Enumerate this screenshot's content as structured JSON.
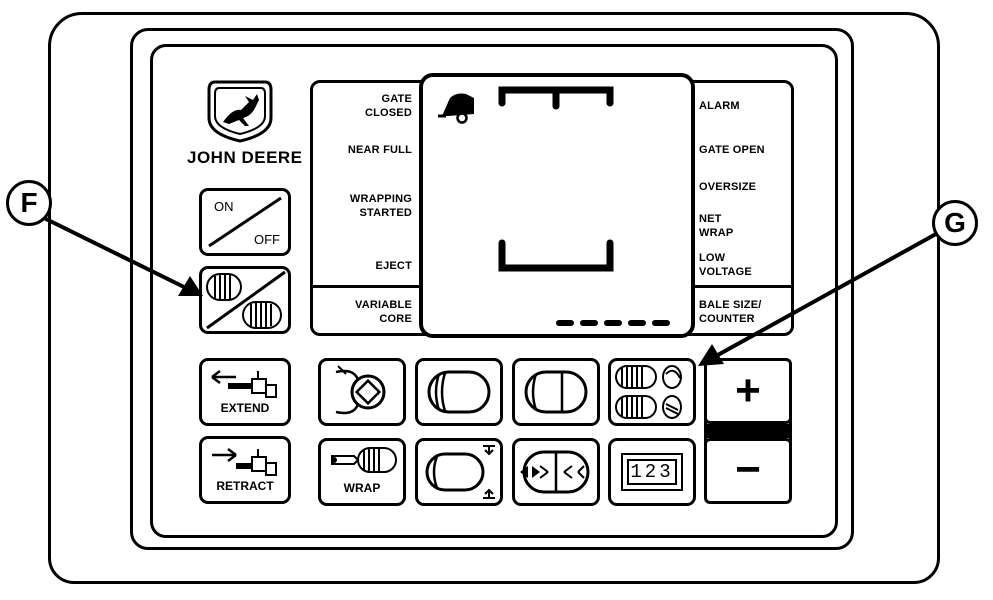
{
  "brand": {
    "name": "JOHN DEERE"
  },
  "callouts": {
    "f": "F",
    "g": "G"
  },
  "status_labels_left": {
    "gate_closed": [
      "GATE",
      "CLOSED"
    ],
    "near_full": "NEAR FULL",
    "wrapping_started": [
      "WRAPPING",
      "STARTED"
    ],
    "eject": "EJECT",
    "variable_core": [
      "VARIABLE",
      "CORE"
    ]
  },
  "status_labels_right": {
    "alarm": "ALARM",
    "gate_open": "GATE OPEN",
    "oversize": "OVERSIZE",
    "net_wrap": [
      "NET",
      "WRAP"
    ],
    "low_voltage": [
      "LOW",
      "VOLTAGE"
    ],
    "bale_size_counter": [
      "BALE SIZE/",
      "COUNTER"
    ]
  },
  "buttons": {
    "on_off": {
      "on": "ON",
      "off": "OFF"
    },
    "extend": "EXTEND",
    "retract": "RETRACT",
    "wrap": "WRAP",
    "counter_display": "123",
    "plus": "+",
    "minus": "−"
  },
  "icons": {
    "logo": "john-deere-deer-logo",
    "bale_gate": "baler-icon",
    "core_mode": "bale-core-icon",
    "bale_size_left": "bale-small-icon",
    "bale_size_right": "bale-large-icon",
    "net_twine": "net-twine-select-icon",
    "twine_arm": "twine-arm-icon",
    "bale_shape": "bale-shape-icon",
    "twine_spacing": "twine-spacing-icon"
  }
}
